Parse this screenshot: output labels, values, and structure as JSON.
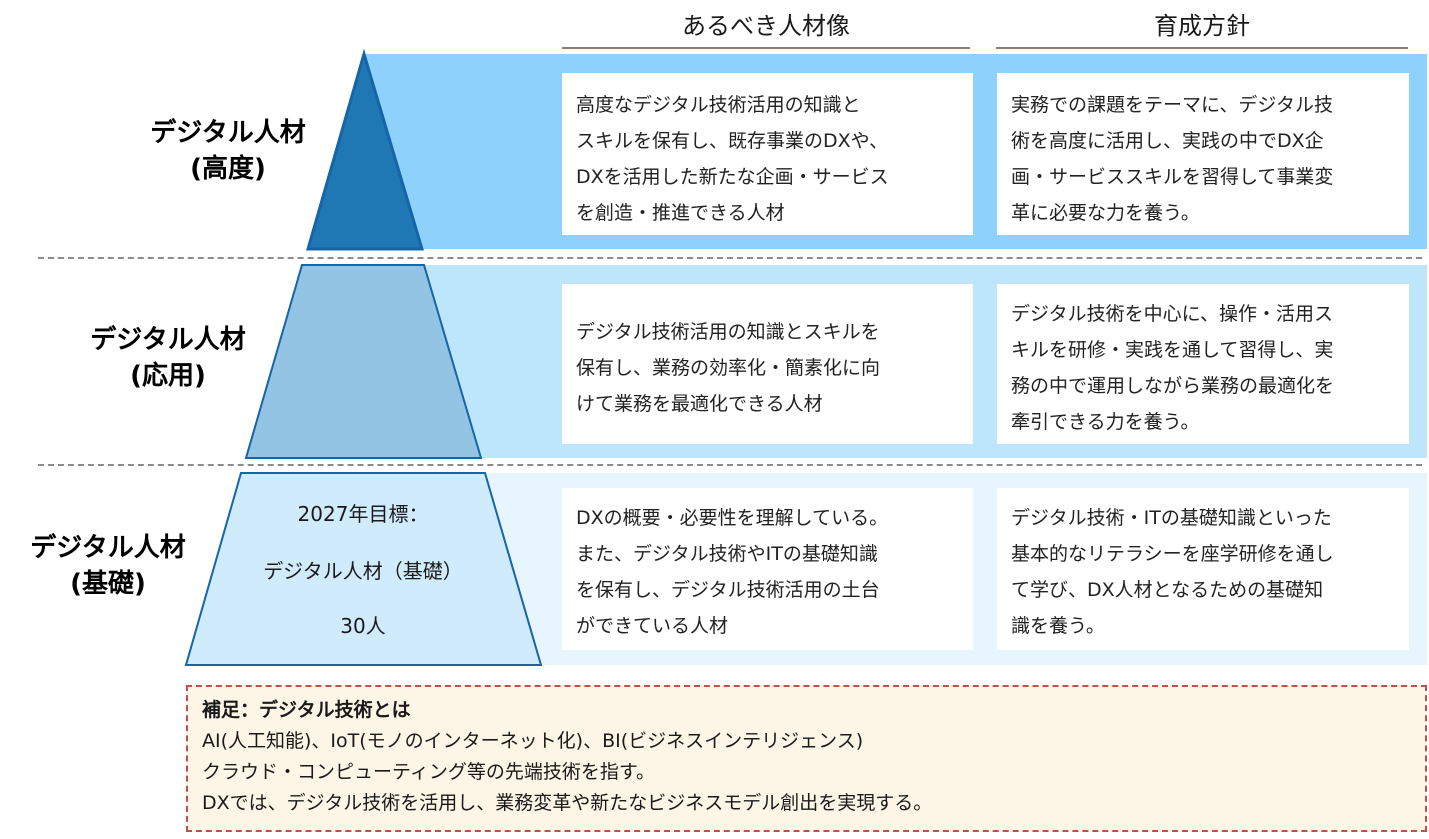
{
  "headers": {
    "ideal": "あるべき人材像",
    "policy": "育成方針"
  },
  "tiers": [
    {
      "label_line1": "デジタル人材",
      "label_line2": "(高度)",
      "ideal_lines": [
        "高度なデジタル技術活用の知識と",
        "スキルを保有し、既存事業のDXや、",
        "DXを活用した新たな企画・サービス",
        "を創造・推進できる人材"
      ],
      "policy_lines": [
        "実務での課題をテーマに、デジタル技",
        "術を高度に活用し、実践の中でDX企",
        "画・サービススキルを習得して事業変",
        "革に必要な力を養う。"
      ]
    },
    {
      "label_line1": "デジタル人材",
      "label_line2": "(応用)",
      "ideal_lines": [
        "デジタル技術活用の知識とスキルを",
        "保有し、業務の効率化・簡素化に向",
        "けて業務を最適化できる人材"
      ],
      "policy_lines": [
        "デジタル技術を中心に、操作・活用ス",
        "キルを研修・実践を通して習得し、実",
        "務の中で運用しながら業務の最適化を",
        "牽引できる力を養う。"
      ]
    },
    {
      "label_line1": "デジタル人材",
      "label_line2": "(基礎)",
      "ideal_lines": [
        "DXの概要・必要性を理解している。",
        "また、デジタル技術やITの基礎知識",
        "を保有し、デジタル技術活用の土台",
        "ができている人材"
      ],
      "policy_lines": [
        "デジタル技術・ITの基礎知識といった",
        "基本的なリテラシーを座学研修を通し",
        "て学び、DX人材となるための基礎知",
        "識を養う。"
      ]
    }
  ],
  "target": {
    "line1": "2027年目標：",
    "line2": "デジタル人材（基礎）",
    "line3": "30人"
  },
  "note": {
    "title": "補足：デジタル技術とは",
    "lines": [
      "AI(人工知能)、IoT(モノのインターネット化)、BI(ビジネスインテリジェンス)",
      "クラウド・コンピューティング等の先端技術を指す。",
      "DXでは、デジタル技術を活用し、業務変革や新たなビジネスモデル創出を実現する。"
    ]
  },
  "colors": {
    "band_high": "#8ed1fc",
    "band_mid": "#bde5fb",
    "band_base": "#e6f5fe",
    "tri_high": "#1f78b4",
    "tri_mid": "#93c4e3",
    "tri_base": "#d0ebfc",
    "stroke": "#1565a8"
  }
}
